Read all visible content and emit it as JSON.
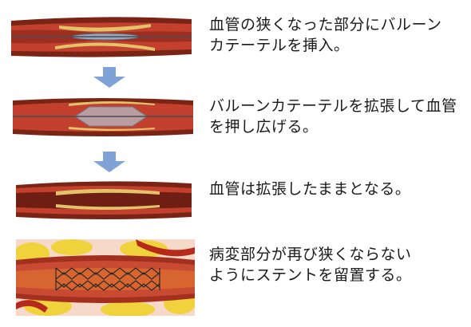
{
  "steps": [
    {
      "caption": "血管の狭くなった部分にバルーン\nカテーテルを挿入。"
    },
    {
      "caption": "バルーンカテーテルを拡張して血管\nを押し広げる。"
    },
    {
      "caption": "血管は拡張したままとなる。"
    },
    {
      "caption": "病変部分が再び狭くならない\nようにステントを留置する。"
    }
  ],
  "colors": {
    "vessel_wall": "#8a2a1a",
    "vessel_lumen": "#c4402e",
    "plaque": "#e3c36a",
    "arrow": "#7fa3d6",
    "stent": "#2a2a2a",
    "fat": "#f0d23c"
  }
}
